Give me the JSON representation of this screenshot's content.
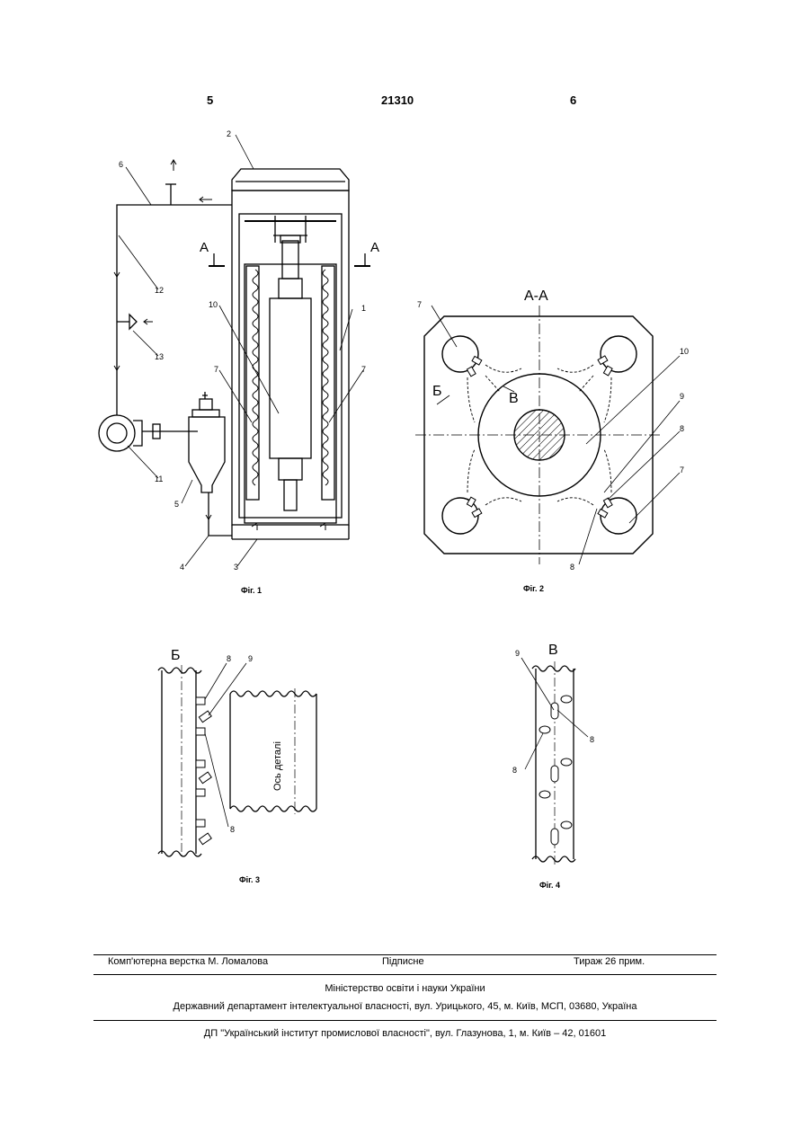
{
  "header": {
    "page_left": "5",
    "patent_number": "21310",
    "page_right": "6"
  },
  "figures": {
    "fig1": {
      "caption": "Фіг. 1",
      "section_mark": "А",
      "labels": [
        "1",
        "2",
        "3",
        "4",
        "5",
        "6",
        "7",
        "10",
        "11",
        "12",
        "13"
      ]
    },
    "fig2": {
      "caption": "Фіг. 2",
      "title": "А-А",
      "view_b": "Б",
      "view_v": "В",
      "labels": [
        "7",
        "8",
        "9",
        "10"
      ]
    },
    "fig3": {
      "caption": "Фіг. 3",
      "title": "Б",
      "axis_text": "Ось деталі",
      "labels": [
        "8",
        "9"
      ]
    },
    "fig4": {
      "caption": "Фіг. 4",
      "title": "В",
      "labels": [
        "8",
        "9"
      ]
    }
  },
  "footer": {
    "typesetting": "Комп'ютерна верстка М. Ломалова",
    "signed": "Підписне",
    "circulation": "Тираж 26 прим.",
    "ministry": "Міністерство освіти і науки України",
    "department": "Державний департамент інтелектуальної власності, вул. Урицького, 45, м. Київ, МСП, 03680, Україна",
    "institute": "ДП \"Український інститут промислової власності\", вул. Глазунова, 1, м. Київ – 42, 01601"
  }
}
